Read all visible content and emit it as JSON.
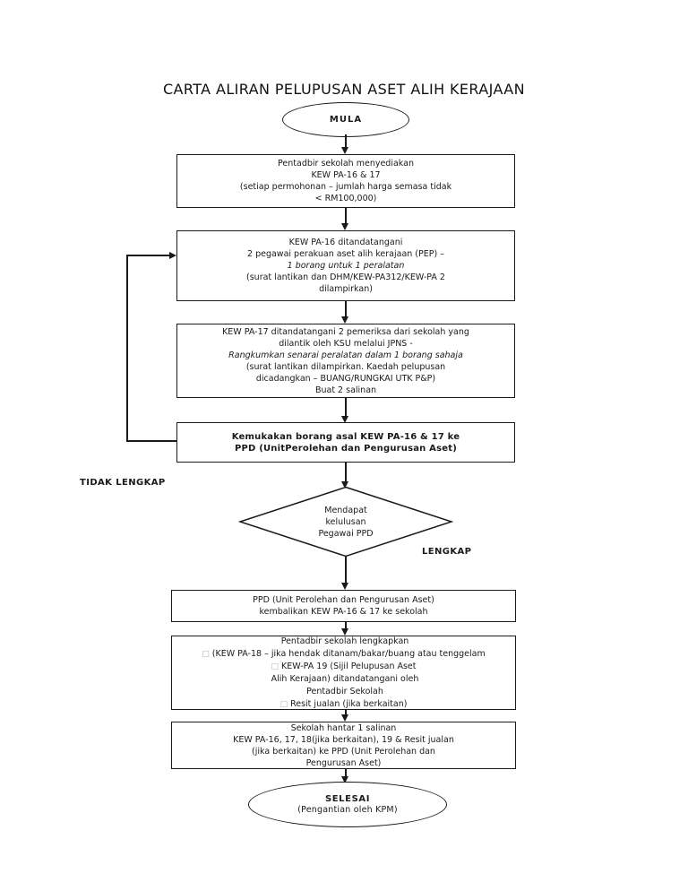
{
  "page": {
    "title": "CARTA ALIRAN PELUPUSAN ASET ALIH KERAJAAN"
  },
  "flow": {
    "start": {
      "label": "MULA"
    },
    "box1": {
      "lines": [
        "Pentadbir sekolah menyediakan",
        "KEW PA-16 & 17",
        "(setiap permohonan – jumlah harga semasa tidak",
        "< RM100,000)"
      ]
    },
    "box2": {
      "lines": [
        "KEW PA-16 ditandatangani",
        "2 pegawai perakuan aset alih kerajaan (PEP) –",
        "1 borang untuk 1 peralatan",
        "(surat lantikan dan DHM/KEW-PA312/KEW-PA 2",
        "dilampirkan)"
      ]
    },
    "box3": {
      "lines": [
        "KEW PA-17 ditandatangani 2 pemeriksa dari sekolah yang",
        "dilantik oleh KSU melalui JPNS -",
        "Rangkumkan senarai peralatan dalam 1 borang sahaja",
        "(surat lantikan dilampirkan. Kaedah pelupusan",
        "dicadangkan – BUANG/RUNGKAI UTK P&P)",
        "Buat 2 salinan"
      ]
    },
    "box4": {
      "lines": [
        "Kemukakan borang asal KEW PA-16 & 17 ke",
        "PPD (UnitPerolehan dan Pengurusan Aset)"
      ]
    },
    "decision": {
      "lines": [
        "Mendapat",
        "kelulusan",
        "Pegawai PPD"
      ]
    },
    "branch_no": "TIDAK LENGKAP",
    "branch_yes": "LENGKAP",
    "box5": {
      "lines": [
        "PPD (Unit Perolehan dan Pengurusan Aset)",
        "kembalikan KEW PA-16 & 17 ke sekolah"
      ]
    },
    "box6": {
      "lines": [
        {
          "b": "",
          "t": "Pentadbir sekolah lengkapkan"
        },
        {
          "b": "□",
          "t": "(KEW PA-18 – jika hendak ditanam/bakar/buang atau tenggelam"
        },
        {
          "b": "□",
          "t": "KEW-PA 19 (Sijil Pelupusan Aset"
        },
        {
          "b": "",
          "t": "Alih Kerajaan) ditandatangani oleh"
        },
        {
          "b": "",
          "t": "Pentadbir Sekolah"
        },
        {
          "b": "□",
          "t": "Resit jualan (jika berkaitan)"
        }
      ]
    },
    "box7": {
      "lines": [
        "Sekolah hantar 1 salinan",
        "KEW PA-16, 17, 18(jika berkaitan), 19 & Resit jualan",
        "(jika berkaitan) ke PPD (Unit Perolehan dan",
        "Pengurusan Aset)"
      ]
    },
    "end": {
      "label": "SELESAI",
      "sub": "(Pengantian oleh KPM)"
    }
  },
  "colors": {
    "line": "#1a1a1a",
    "checkbox_tofu": "#b4b4b4",
    "background": "#ffffff"
  }
}
